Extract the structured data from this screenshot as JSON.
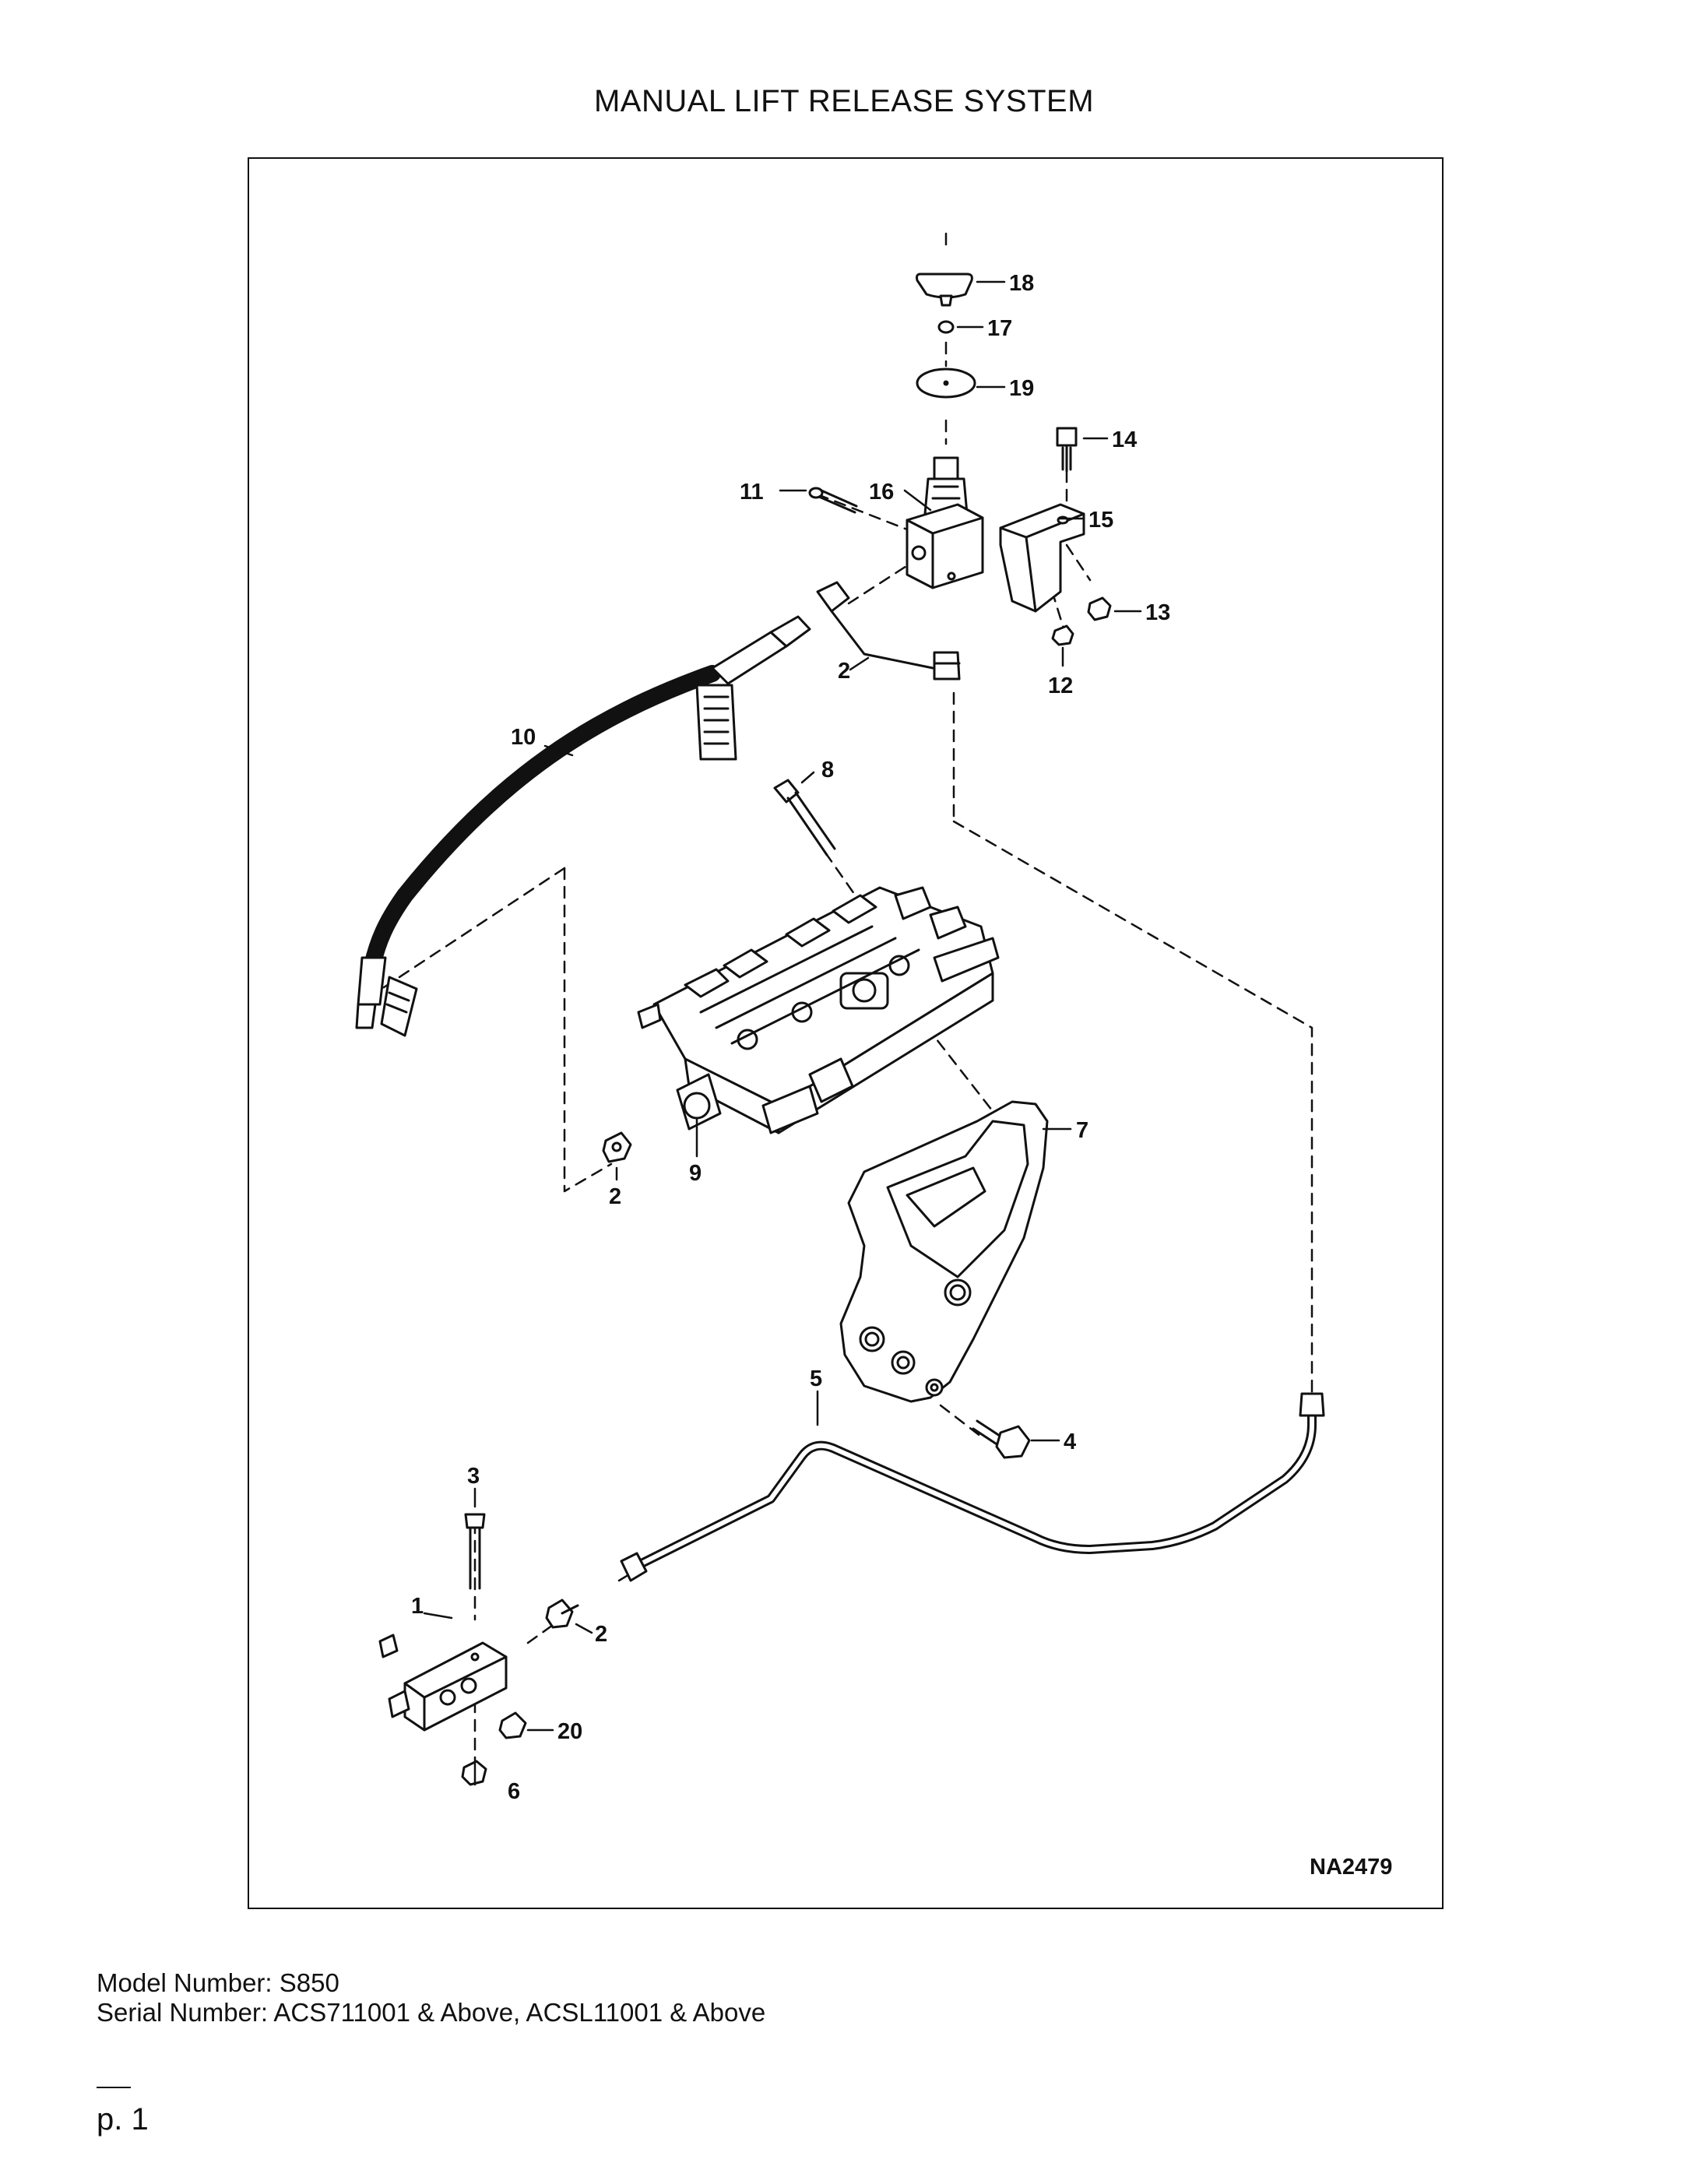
{
  "page": {
    "title": "MANUAL LIFT RELEASE SYSTEM",
    "drawing_id": "NA2479",
    "model_line": "Model Number: S850",
    "serial_line": "Serial Number: ACS711001 & Above, ACSL11001 & Above",
    "page_number": "p. 1"
  },
  "callouts": [
    {
      "id": "c18",
      "label": "18"
    },
    {
      "id": "c17",
      "label": "17"
    },
    {
      "id": "c19",
      "label": "19"
    },
    {
      "id": "c14",
      "label": "14"
    },
    {
      "id": "c11",
      "label": "11"
    },
    {
      "id": "c16",
      "label": "16"
    },
    {
      "id": "c15",
      "label": "15"
    },
    {
      "id": "c13",
      "label": "13"
    },
    {
      "id": "c12",
      "label": "12"
    },
    {
      "id": "c2a",
      "label": "2"
    },
    {
      "id": "c10",
      "label": "10"
    },
    {
      "id": "c8",
      "label": "8"
    },
    {
      "id": "c7",
      "label": "7"
    },
    {
      "id": "c2b",
      "label": "2"
    },
    {
      "id": "c9",
      "label": "9"
    },
    {
      "id": "c5",
      "label": "5"
    },
    {
      "id": "c4",
      "label": "4"
    },
    {
      "id": "c3",
      "label": "3"
    },
    {
      "id": "c1",
      "label": "1"
    },
    {
      "id": "c2c",
      "label": "2"
    },
    {
      "id": "c20",
      "label": "20"
    },
    {
      "id": "c6",
      "label": "6"
    }
  ]
}
